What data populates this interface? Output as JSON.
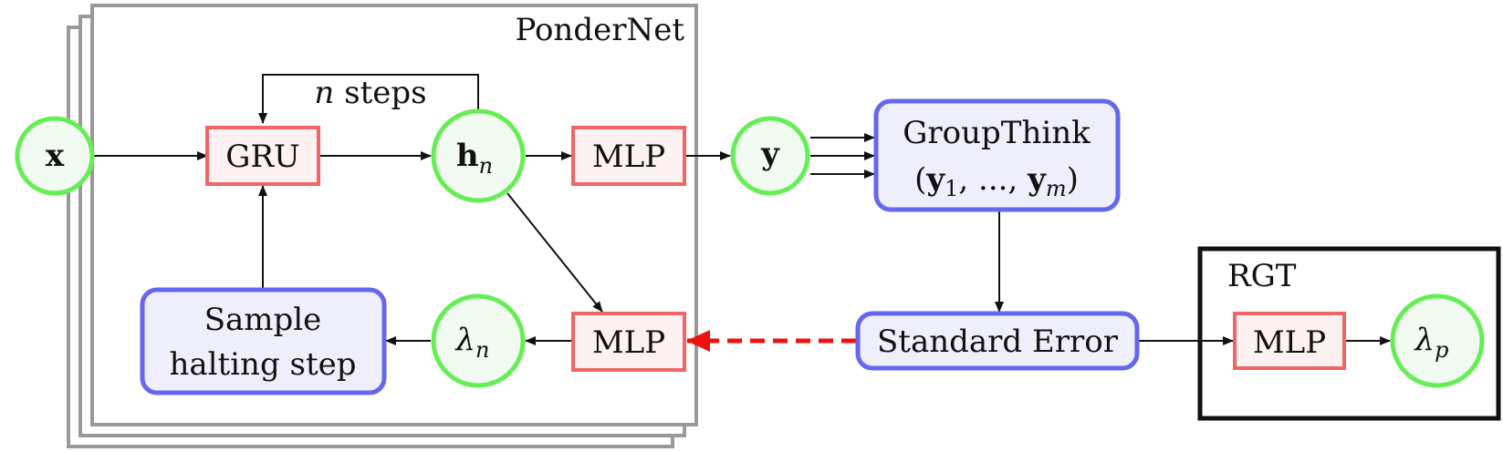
{
  "ponder_title": "PonderNet",
  "rgt_title": "RGT",
  "nodes": {
    "x": {
      "label": "x"
    },
    "gru": {
      "label": "GRU"
    },
    "h": {
      "label": "h",
      "sub": "n"
    },
    "mlp_top": {
      "label": "MLP"
    },
    "y": {
      "label": "y"
    },
    "groupthink": {
      "line1": "GroupThink",
      "line2_open": "(",
      "y1_main": "y",
      "y1_sub": "1",
      "mid": ", ..., ",
      "ym_main": "y",
      "ym_sub": "m",
      "line2_close": ")"
    },
    "sample": {
      "line1": "Sample",
      "line2": "halting step"
    },
    "lambda_n": {
      "label": "λ",
      "sub": "n"
    },
    "mlp_bottom": {
      "label": "MLP"
    },
    "stderr": {
      "label": "Standard Error"
    },
    "mlp_rgt": {
      "label": "MLP"
    },
    "lambda_p": {
      "label": "λ",
      "sub": "p"
    }
  },
  "loop_label": {
    "var": "n",
    "text": " steps"
  },
  "colors": {
    "green_circle": "#66ee55",
    "green_fill": "#f2fbf2",
    "red_box": "#ee6666",
    "red_fill": "#fdf1f1",
    "blue_box": "#6666ee",
    "blue_fill": "#eeeffb",
    "grey_frame": "#999999",
    "dashed_arrow": "#ee1111"
  }
}
